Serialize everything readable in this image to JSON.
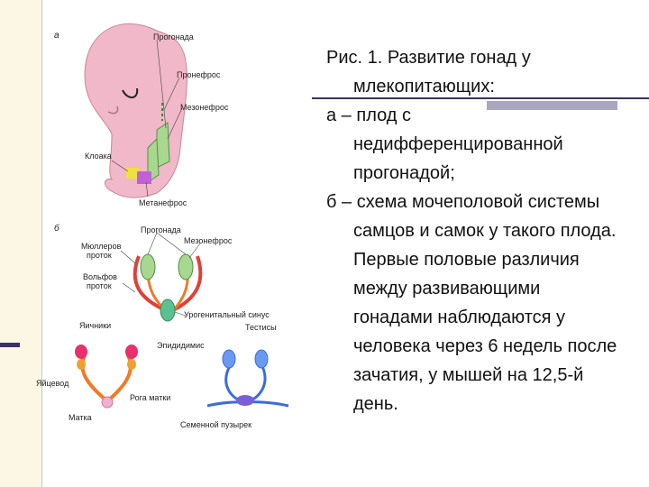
{
  "figure": {
    "panel_a": {
      "letter": "а",
      "labels": {
        "progonada": "Прогонада",
        "pronefros": "Пронефрос",
        "mezonefros": "Мезонефрос",
        "kloaka": "Клоака",
        "metanefros": "Метанефрос"
      }
    },
    "panel_b": {
      "letter": "б",
      "labels": {
        "progonada": "Прогонада",
        "mezonefros": "Мезонефрос",
        "myuller": [
          "Мюллеров",
          "проток"
        ],
        "volf": [
          "Вольфов",
          "проток"
        ],
        "urogenital": "Урогенитальный синус",
        "yaichniki": "Яичники",
        "testisy": "Тестисы",
        "epididimis": "Эпидидимис",
        "yaitsevod": "Яйцевод",
        "roga_matki": "Рога матки",
        "matka": "Матка",
        "semennoy": "Семенной пузырек"
      }
    },
    "colors": {
      "embryo": "#f0b8c8",
      "gonad": "#a8d890",
      "duct_orange": "#f07a2a",
      "duct_red": "#e04038",
      "ovary": "#e8306a",
      "testis_blue": "#3a6ce0",
      "vesicle": "#7a60d8"
    }
  },
  "caption": {
    "line1": "Рис. 1. Развитие гонад у млекопитающих:",
    "line2": "а – плод с недифференцированной прогонадой;",
    "line3": "б – схема мочеполовой системы самцов и самок у такого плода. Первые половые различия между развивающими гонадами наблюдаются у человека через 6 недель после зачатия, у мышей на 12,5-й день."
  }
}
